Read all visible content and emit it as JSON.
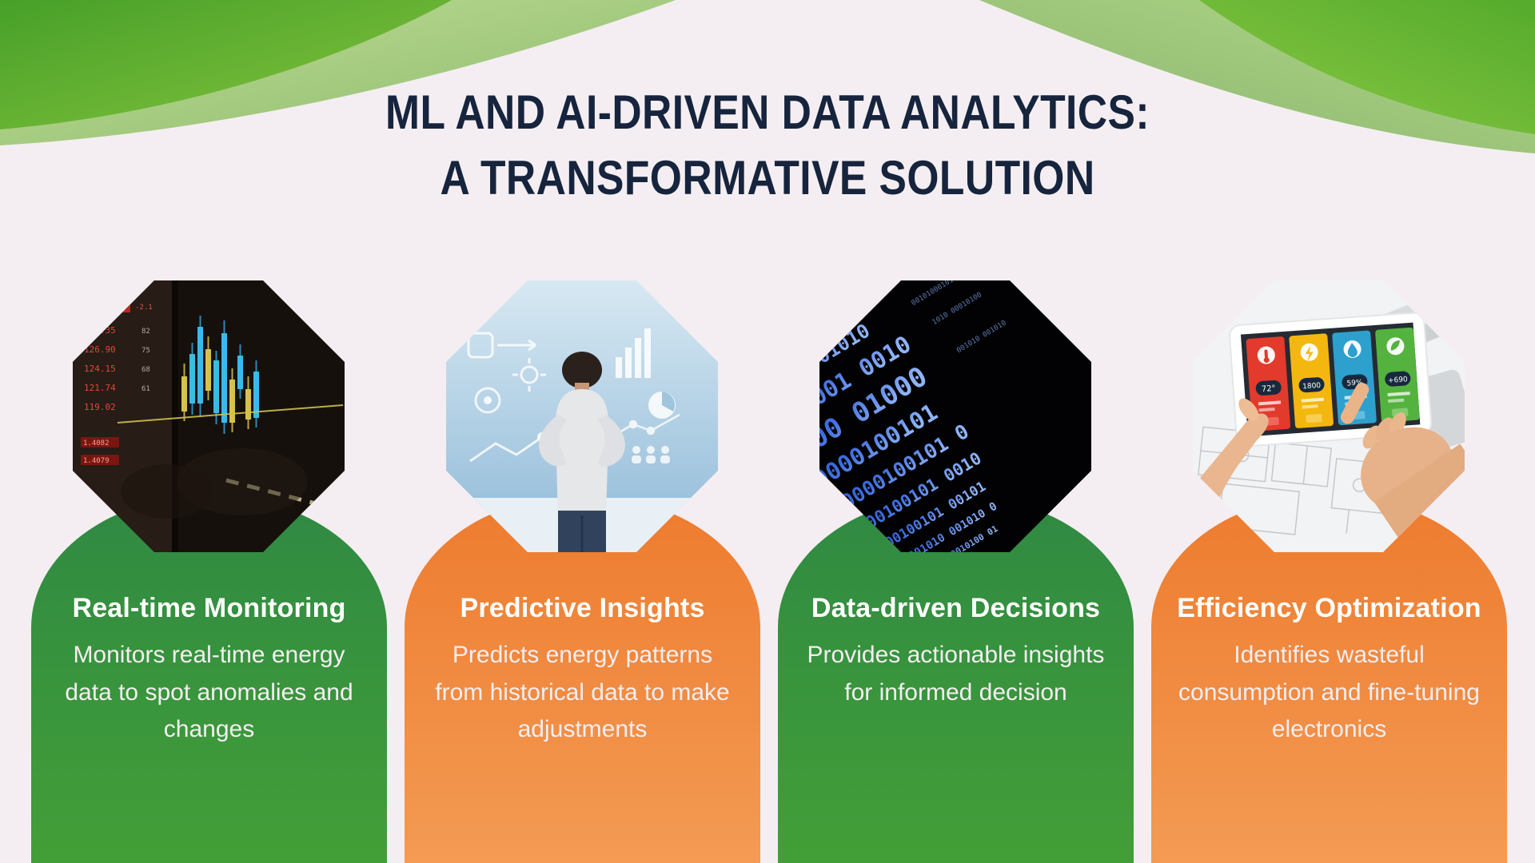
{
  "page": {
    "title_line1": "ML AND AI-DRIVEN DATA ANALYTICS:",
    "title_line2": "A TRANSFORMATIVE SOLUTION"
  },
  "colors": {
    "background": "#F4EEF2",
    "title": "#16243D",
    "green_top": "#2F8943",
    "green_bottom": "#43A036",
    "orange_top": "#ED7B2E",
    "orange_bottom": "#F49C55",
    "swoosh_dark_a": "#47A029",
    "swoosh_dark_b": "#86C43D",
    "swoosh_band_a": "#B7DB88",
    "swoosh_band_b": "#7FB35B",
    "card_text": "#FFFFFF"
  },
  "cards": [
    {
      "id": "real-time-monitoring",
      "variant": "green",
      "image": "stock-market-chart",
      "image_description": "Dark trading screen with blue and yellow candlestick bars and red price readouts",
      "title": "Real-time Monitoring",
      "description": "Monitors real-time energy data to spot anomalies and changes"
    },
    {
      "id": "predictive-insights",
      "variant": "orange",
      "image": "analyst-data-wall",
      "image_description": "Man seen from behind with hands on hips facing a blue wall of charts and flow icons",
      "title": "Predictive Insights",
      "description": "Predicts energy patterns from historical data to make adjustments"
    },
    {
      "id": "data-driven-decisions",
      "variant": "green",
      "image": "binary-code",
      "image_description": "Glossy blue binary digits 1 and 0 receding over a black background",
      "title": "Data-driven Decisions",
      "description": "Provides actionable insights for informed decision"
    },
    {
      "id": "efficiency-optimization",
      "variant": "orange",
      "image": "tablet-smart-control",
      "image_description": "Hands holding a tablet with colorful smart-energy control tiles over floor plans",
      "title": "Efficiency Optimization",
      "description": "Identifies wasteful consumption and fine-tuning electronics"
    }
  ]
}
